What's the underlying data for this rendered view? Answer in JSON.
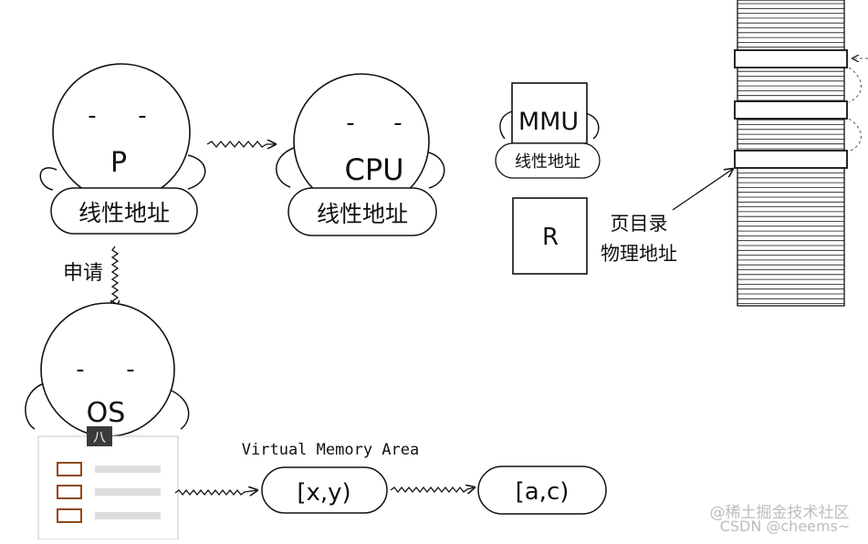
{
  "labels": {
    "p_face_label": "P",
    "p_address_label": "线性地址",
    "cpu_face_label": "CPU",
    "cpu_address_label": "线性地址",
    "request_label": "申请",
    "os_face_label": "OS",
    "os_badge": "八",
    "mmu_label": "MMU",
    "mmu_address_label": "线性地址",
    "register_label": "R",
    "page_directory_line1": "页目录",
    "page_directory_line2": "物理地址",
    "vma_title": "Virtual Memory Area",
    "vma_first": "[x,y)",
    "vma_second": "[a,c)"
  },
  "watermark": {
    "line1": "@稀土掘金技术社区",
    "line2": "CSDN @cheems~"
  },
  "colors": {
    "ink": "#111111",
    "list_box_brown": "#8b4a1c",
    "list_bar_gray": "#dddddd",
    "watermark_gray": "#bdbdbd"
  }
}
